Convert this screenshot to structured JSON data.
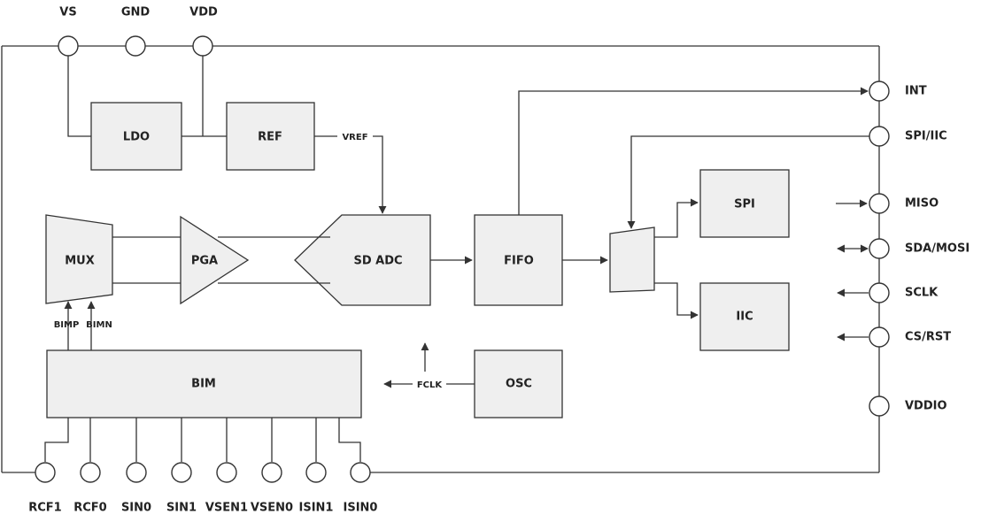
{
  "blocks": {
    "ldo": "LDO",
    "ref": "REF",
    "mux": "MUX",
    "pga": "PGA",
    "sdadc": "SD ADC",
    "fifo": "FIFO",
    "spi": "SPI",
    "iic": "IIC",
    "bim": "BIM",
    "osc": "OSC"
  },
  "signals": {
    "vref": "VREF",
    "fclk": "FCLK",
    "bimp": "BIMP",
    "bimn": "BIMN"
  },
  "pins_top": [
    "VS",
    "GND",
    "VDD"
  ],
  "pins_right": [
    "INT",
    "SPI/IIC",
    "MISO",
    "SDA/MOSI",
    "SCLK",
    "CS/RST",
    "VDDIO"
  ],
  "pins_bottom": [
    "RCF1",
    "RCF0",
    "SIN0",
    "SIN1",
    "VSEN1",
    "VSEN0",
    "ISIN1",
    "ISIN0"
  ]
}
